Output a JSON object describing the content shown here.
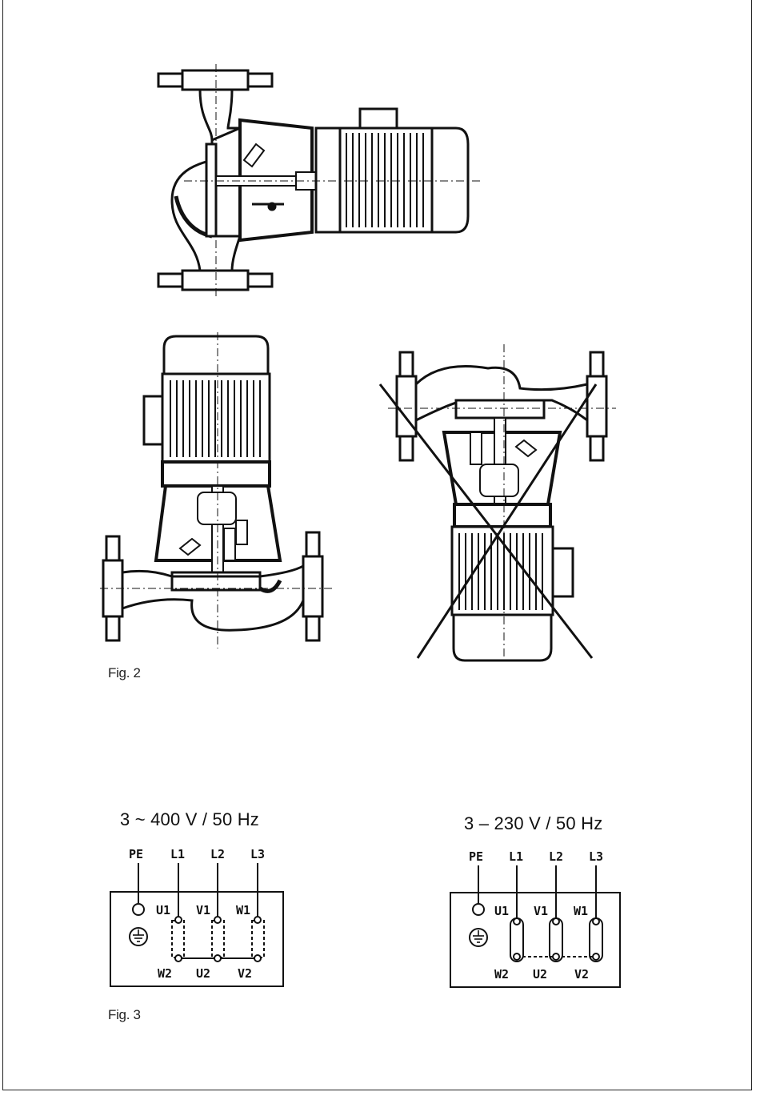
{
  "fig2": {
    "caption": "Fig. 2"
  },
  "fig3": {
    "caption": "Fig. 3",
    "diagram_400": {
      "title": "3 ~ 400 V / 50 Hz",
      "lines": [
        "PE",
        "L1",
        "L2",
        "L3"
      ],
      "top_terminals": [
        "U1",
        "V1",
        "W1"
      ],
      "bottom_terminals": [
        "W2",
        "U2",
        "V2"
      ]
    },
    "diagram_230": {
      "title": "3 – 230 V / 50 Hz",
      "lines": [
        "PE",
        "L1",
        "L2",
        "L3"
      ],
      "top_terminals": [
        "U1",
        "V1",
        "W1"
      ],
      "bottom_terminals": [
        "W2",
        "U2",
        "V2"
      ]
    }
  }
}
